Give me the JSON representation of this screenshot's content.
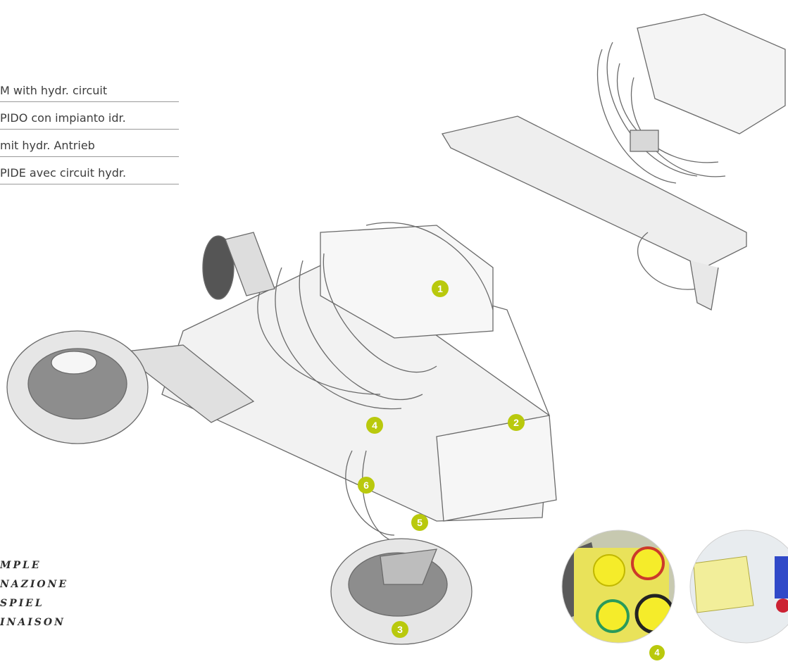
{
  "captions": [
    "M  with hydr. circuit",
    "PIDO con impianto idr.",
    "mit hydr. Antrieb",
    "PIDE avec circuit hydr."
  ],
  "example_labels": [
    "MPLE",
    "NAZIONE",
    "SPIEL",
    "INAISON"
  ],
  "callouts": [
    "1",
    "2",
    "3",
    "4",
    "5",
    "6",
    "4"
  ],
  "colors": {
    "accent": "#b9c90d",
    "rule": "#9a9a9a",
    "drawing": "#6a6a6a"
  },
  "icons": [
    "machine-illustration",
    "hydraulic-coupling-detail-image",
    "connector-detail-image"
  ]
}
